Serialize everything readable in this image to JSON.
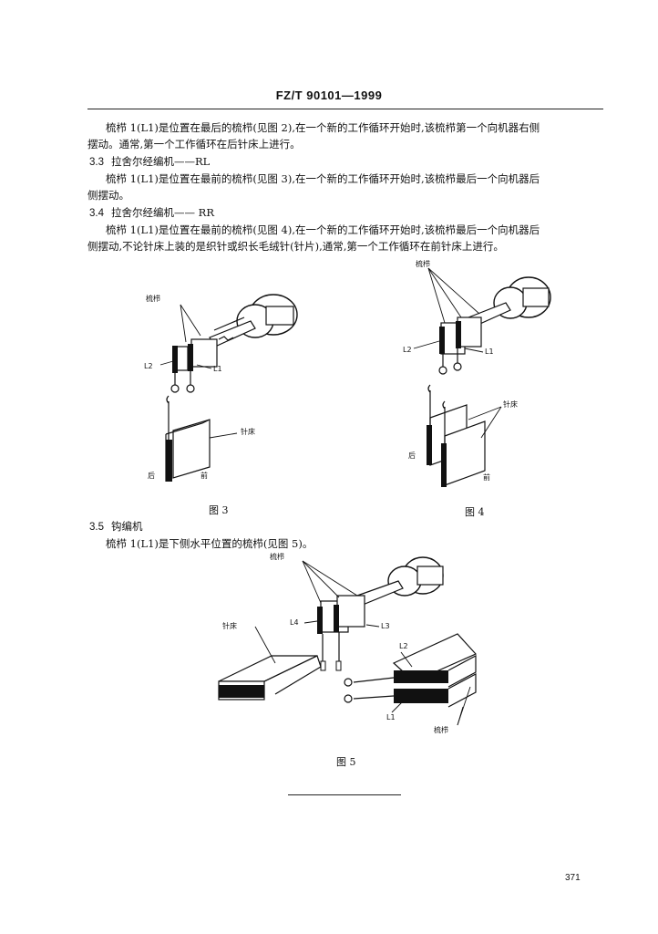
{
  "header": {
    "standard_no": "FZ/T 90101—1999"
  },
  "body": {
    "p1_line1": "梳栉 1(L1)是位置在最后的梳栉(见图 2),在一个新的工作循环开始时,该梳栉第一个向机器右侧",
    "p1_line2": "摆动。通常,第一个工作循环在后针床上进行。",
    "s33_num": "3.3",
    "s33_title": "拉舍尔经编机——RL",
    "p2_line1": "梳栉 1(L1)是位置在最前的梳栉(见图 3),在一个新的工作循环开始时,该梳栉最后一个向机器后",
    "p2_line2": "侧摆动。",
    "s34_num": "3.4",
    "s34_title": "拉舍尔经编机—— RR",
    "p3_line1": "梳栉 1(L1)是位置在最前的梳栉(见图 4),在一个新的工作循环开始时,该梳栉最后一个向机器后",
    "p3_line2": "侧摆动,不论针床上装的是织针或织长毛绒针(针片),通常,第一个工作循环在前针床上进行。",
    "s35_num": "3.5",
    "s35_title": "钩编机",
    "p4_line1": "梳栉 1(L1)是下侧水平位置的梳栉(见图 5)。"
  },
  "figures": {
    "fig3": {
      "caption": "图 3",
      "lbl_guidebar": "梳栉",
      "lbl_L2": "L2",
      "lbl_L1": "L1",
      "lbl_needlebed": "针床",
      "lbl_back": "后",
      "lbl_front": "前"
    },
    "fig4": {
      "caption": "图 4",
      "lbl_guidebar": "梳栉",
      "lbl_L2": "L2",
      "lbl_L1": "L1",
      "lbl_needlebed": "针床",
      "lbl_back": "后",
      "lbl_front": "前"
    },
    "fig5": {
      "caption": "图 5",
      "lbl_guidebar_top": "梳栉",
      "lbl_L4": "L4",
      "lbl_L3": "L3",
      "lbl_needlebed": "针床",
      "lbl_L2": "L2",
      "lbl_L1": "L1",
      "lbl_guidebar_bottom": "梳栉"
    }
  },
  "footer": {
    "page_number": "371"
  }
}
